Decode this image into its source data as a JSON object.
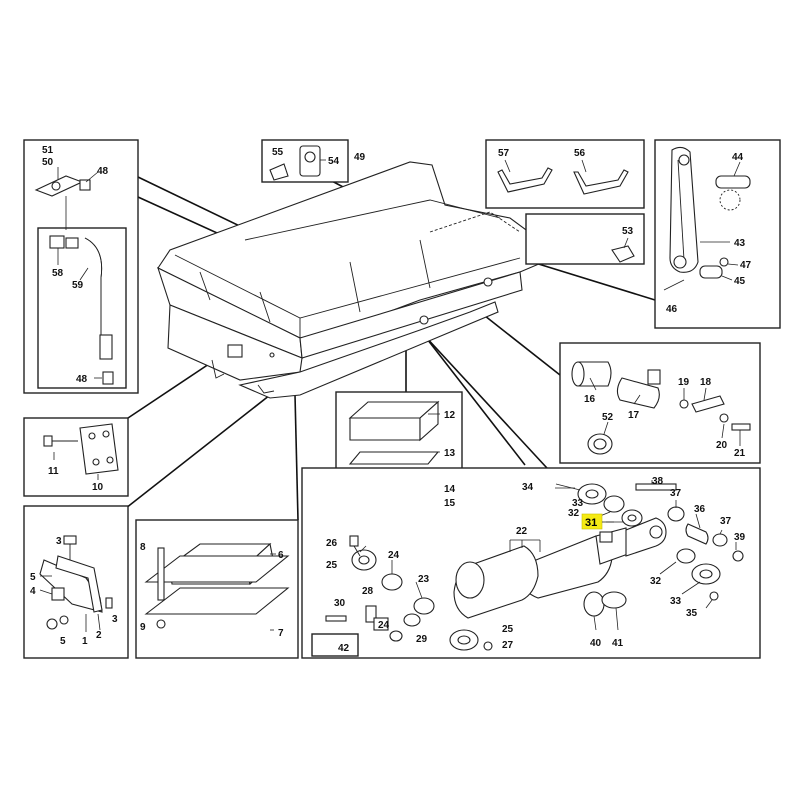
{
  "diagram": {
    "highlight_color": "#f5ea14",
    "highlighted_callout": "31",
    "callouts": {
      "c51": "51",
      "c50": "50",
      "c48a": "48",
      "c58": "58",
      "c59": "59",
      "c48b": "48",
      "c55": "55",
      "c54": "54",
      "c49": "49",
      "c57": "57",
      "c56": "56",
      "c53": "53",
      "c44": "44",
      "c43": "43",
      "c47": "47",
      "c45": "45",
      "c46": "46",
      "c16": "16",
      "c17": "17",
      "c19": "19",
      "c18": "18",
      "c52": "52",
      "c20": "20",
      "c21": "21",
      "c12": "12",
      "c13": "13",
      "c14": "14",
      "c15": "15",
      "c11": "11",
      "c10": "10",
      "c34": "34",
      "c33a": "33",
      "c38": "38",
      "c37a": "37",
      "c32a": "32",
      "c31": "31",
      "c36": "36",
      "c37b": "37",
      "c39": "39",
      "c22": "22",
      "c26": "26",
      "c25a": "25",
      "c24a": "24",
      "c23": "23",
      "c32b": "32",
      "c33b": "33",
      "c35": "35",
      "c30": "30",
      "c28": "28",
      "c24b": "24",
      "c25b": "25",
      "c29": "29",
      "c27": "27",
      "c40": "40",
      "c41": "41",
      "c42": "42",
      "c8": "8",
      "c6": "6",
      "c9": "9",
      "c7": "7",
      "c3a": "3",
      "c5a": "5",
      "c4": "4",
      "c3b": "3",
      "c5b": "5",
      "c1": "1",
      "c2": "2"
    }
  }
}
